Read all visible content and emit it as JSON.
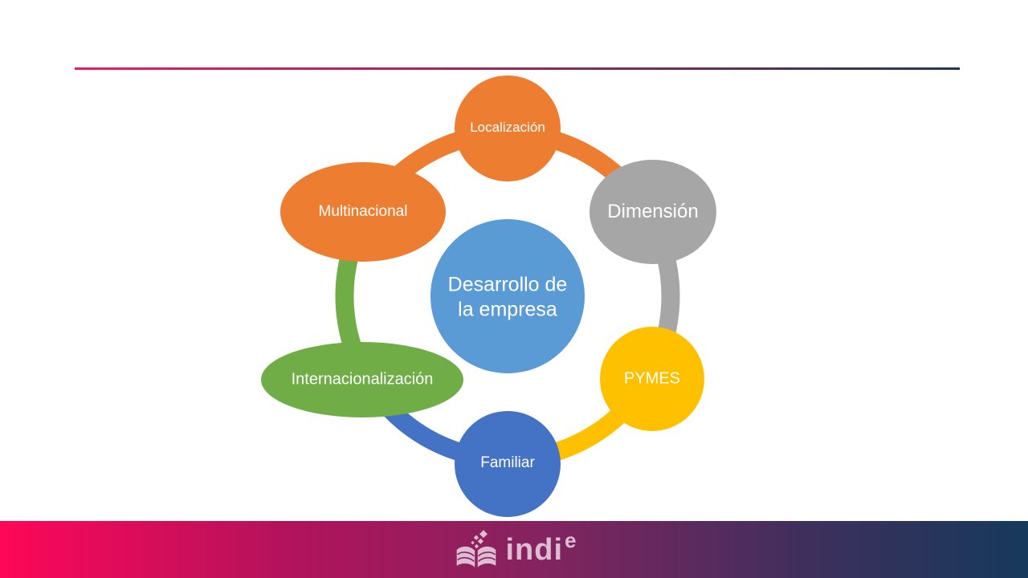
{
  "slide": {
    "background_color": "#FFFFFF",
    "top_rule": {
      "left_color": "#E91D5F",
      "right_color": "#1E3A52"
    }
  },
  "diagram": {
    "type": "cycle",
    "text_color": "#FFFFFF",
    "center": {
      "label": "Desarrollo de la empresa",
      "color": "#5B9BD5"
    },
    "nodes": [
      {
        "id": "localizacion",
        "label": "Localización",
        "color": "#ED7D31",
        "shape": "circle"
      },
      {
        "id": "dimension",
        "label": "Dimensión",
        "color": "#A6A6A6",
        "shape": "circle"
      },
      {
        "id": "pymes",
        "label": "PYMES",
        "color": "#FFC000",
        "shape": "circle"
      },
      {
        "id": "familiar",
        "label": "Familiar",
        "color": "#4472C4",
        "shape": "circle"
      },
      {
        "id": "internacionalizacion",
        "label": "Internacionalización",
        "color": "#70AD47",
        "shape": "ellipse"
      },
      {
        "id": "multinacional",
        "label": "Multinacional",
        "color": "#ED7D31",
        "shape": "ellipse"
      }
    ],
    "ring_segments": [
      {
        "from": "localizacion",
        "to": "dimension",
        "color": "#ED7D31"
      },
      {
        "from": "dimension",
        "to": "pymes",
        "color": "#A6A6A6"
      },
      {
        "from": "pymes",
        "to": "familiar",
        "color": "#FFC000"
      },
      {
        "from": "familiar",
        "to": "internacionalizacion",
        "color": "#4472C4"
      },
      {
        "from": "internacionalizacion",
        "to": "multinacional",
        "color": "#70AD47"
      },
      {
        "from": "multinacional",
        "to": "localizacion",
        "color": "#ED7D31"
      }
    ]
  },
  "footer": {
    "logo_text": "indi",
    "logo_superscript": "e",
    "logo_color": "#DEBDD2",
    "gradient_colors": [
      "#FE0758",
      "#85235F",
      "#16395C"
    ],
    "icon": "open-book-with-sparkles"
  }
}
